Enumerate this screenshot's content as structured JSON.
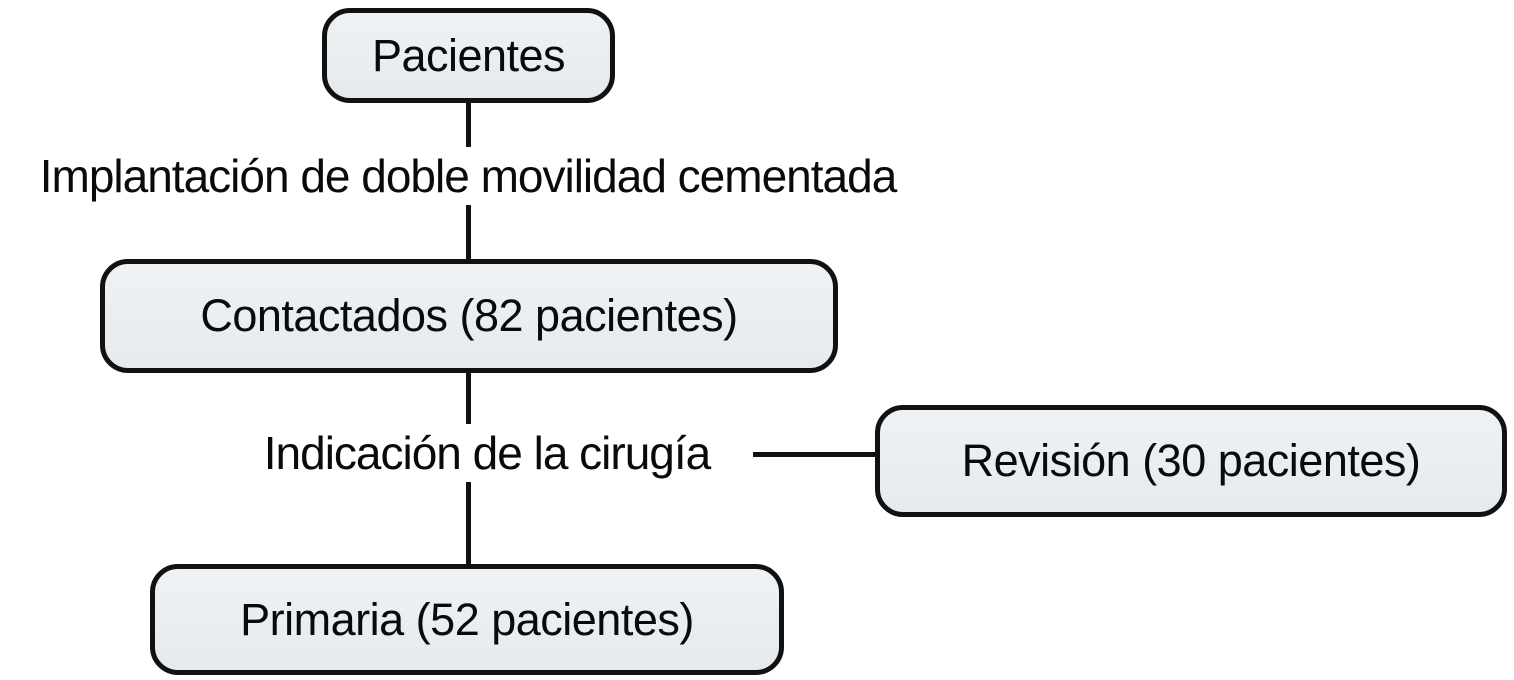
{
  "diagram": {
    "type": "flowchart",
    "language": "es",
    "nodes": {
      "pacientes": {
        "label": "Pacientes"
      },
      "contactados": {
        "label": "Contactados (82 pacientes)",
        "count": 82
      },
      "revision": {
        "label": "Revisión (30 pacientes)",
        "count": 30
      },
      "primaria": {
        "label": "Primaria (52 pacientes)",
        "count": 52
      }
    },
    "edge_labels": {
      "implantacion": "Implantación de doble movilidad cementada",
      "indicacion": "Indicación de la cirugía"
    },
    "edges": [
      {
        "from": "pacientes",
        "to": "contactados",
        "label": "Implantación de doble movilidad cementada"
      },
      {
        "from": "contactados",
        "to": "primaria",
        "label": "Indicación de la cirugía"
      },
      {
        "from": "indicacion-label",
        "to": "revision",
        "label": ""
      }
    ],
    "colors": {
      "node_fill_top": "#eef2f5",
      "node_fill_bottom": "#e5eaee",
      "node_border": "#111111",
      "line": "#111111",
      "background": "#ffffff",
      "text": "#0a0a0a"
    }
  }
}
